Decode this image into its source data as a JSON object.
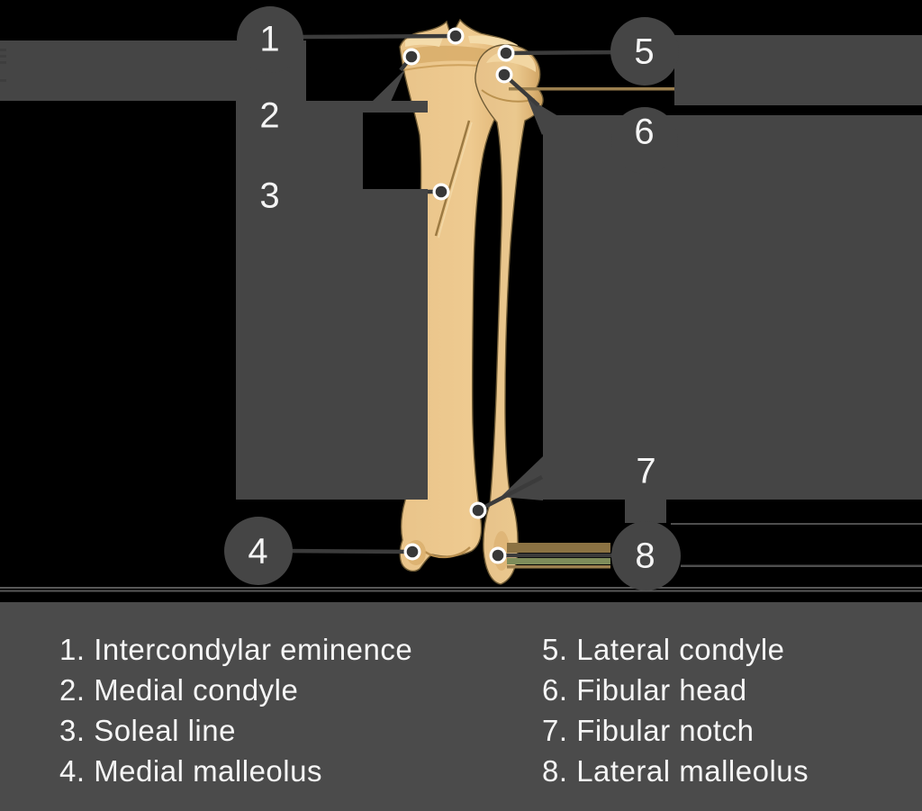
{
  "figure": {
    "callouts": [
      "1",
      "2",
      "3",
      "4",
      "5",
      "6",
      "7",
      "8"
    ]
  },
  "legend": {
    "left": [
      "1. Intercondylar eminence",
      "2. Medial condyle",
      "3. Soleal line",
      "4. Medial malleolus"
    ],
    "right": [
      "5. Lateral condyle",
      "6. Fibular head",
      "7. Fibular notch",
      "8. Lateral malleolus"
    ]
  },
  "colors": {
    "background": "#000000",
    "overlay_gray": "#454545",
    "legend_gray": "#4b4b4b",
    "label_text": "#f4f4f4",
    "leader_line": "#3b3b3b",
    "anchor_dot": "#383838",
    "anchor_ring": "#ffffff",
    "bone_main": "#ecc98f",
    "bone_light": "#f4dcab",
    "bone_shadow": "#d9ae6b",
    "gold_line": "#9b7f4e",
    "green_line": "#7e8c5a"
  }
}
